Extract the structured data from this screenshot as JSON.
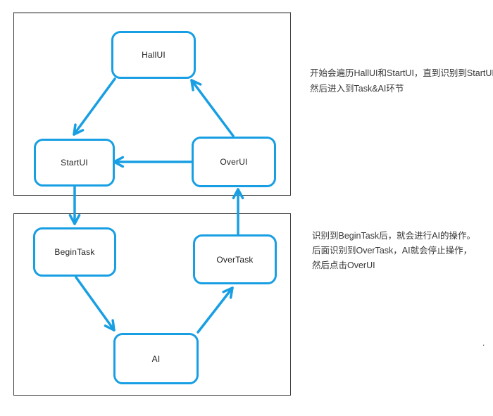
{
  "diagram": {
    "nodes": [
      {
        "id": "hallui",
        "label": "HallUI"
      },
      {
        "id": "startui",
        "label": "StartUI"
      },
      {
        "id": "overui",
        "label": "OverUI"
      },
      {
        "id": "begintask",
        "label": "BeginTask"
      },
      {
        "id": "overtask",
        "label": "OverTask"
      },
      {
        "id": "ai",
        "label": "AI"
      }
    ],
    "edges": [
      {
        "from": "HallUI",
        "to": "StartUI"
      },
      {
        "from": "OverUI",
        "to": "HallUI"
      },
      {
        "from": "OverUI",
        "to": "StartUI"
      },
      {
        "from": "StartUI",
        "to": "BeginTask"
      },
      {
        "from": "BeginTask",
        "to": "AI"
      },
      {
        "from": "AI",
        "to": "OverTask"
      },
      {
        "from": "OverTask",
        "to": "OverUI"
      }
    ]
  },
  "annotations": [
    {
      "lines": [
        "开始会遍历HallUI和StartUI，直到识别到StartUI，",
        "然后进入到Task&AI环节"
      ]
    },
    {
      "lines": [
        "识别到BeginTask后，就会进行AI的操作。",
        "后面识别到OverTask，AI就会停止操作，",
        "然后点击OverUI"
      ]
    }
  ],
  "stray_dot": ".",
  "colors": {
    "accent": "#189fe3",
    "frame": "#3e3e3e",
    "text": "#383838"
  }
}
